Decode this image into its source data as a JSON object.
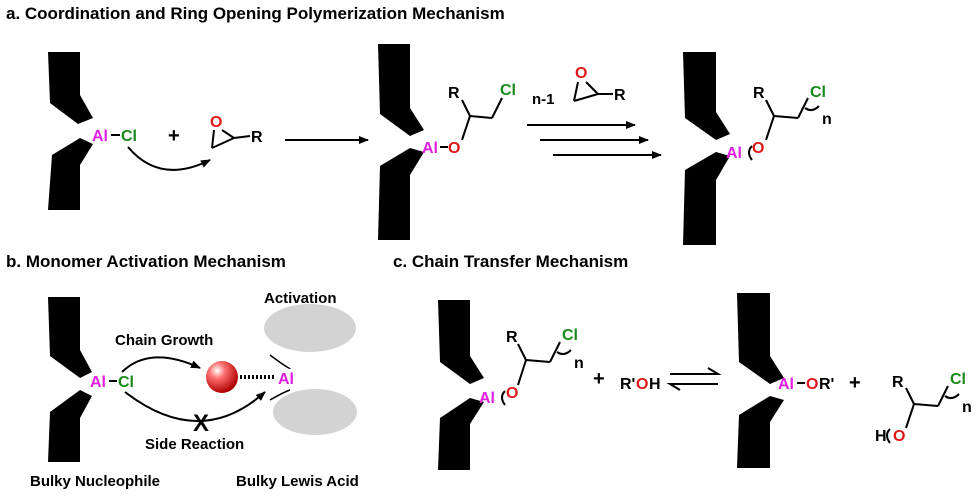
{
  "colors": {
    "al": "#e020e0",
    "cl": "#1a8a1a",
    "o": "#e01818",
    "black": "#000000",
    "cloud": "#d3d3d3"
  },
  "sections": {
    "a": {
      "title": "a. Coordination and Ring Opening Polymerization Mechanism"
    },
    "b": {
      "title": "b. Monomer Activation Mechanism"
    },
    "c": {
      "title": "c. Chain Transfer Mechanism"
    }
  },
  "atoms": {
    "al": "Al",
    "cl": "Cl",
    "o": "O",
    "r": "R",
    "n": "n",
    "h": "H",
    "r_prime": "R'",
    "o_r_prime": "R'",
    "plus": "+",
    "dash": "–"
  },
  "labels": {
    "n_minus_1": "n-1",
    "chain_growth": "Chain Growth",
    "side_reaction": "Side Reaction",
    "activation": "Activation",
    "bulky_nucleophile": "Bulky Nucleophile",
    "bulky_lewis_acid": "Bulky Lewis Acid",
    "blocked_mark": "X"
  }
}
